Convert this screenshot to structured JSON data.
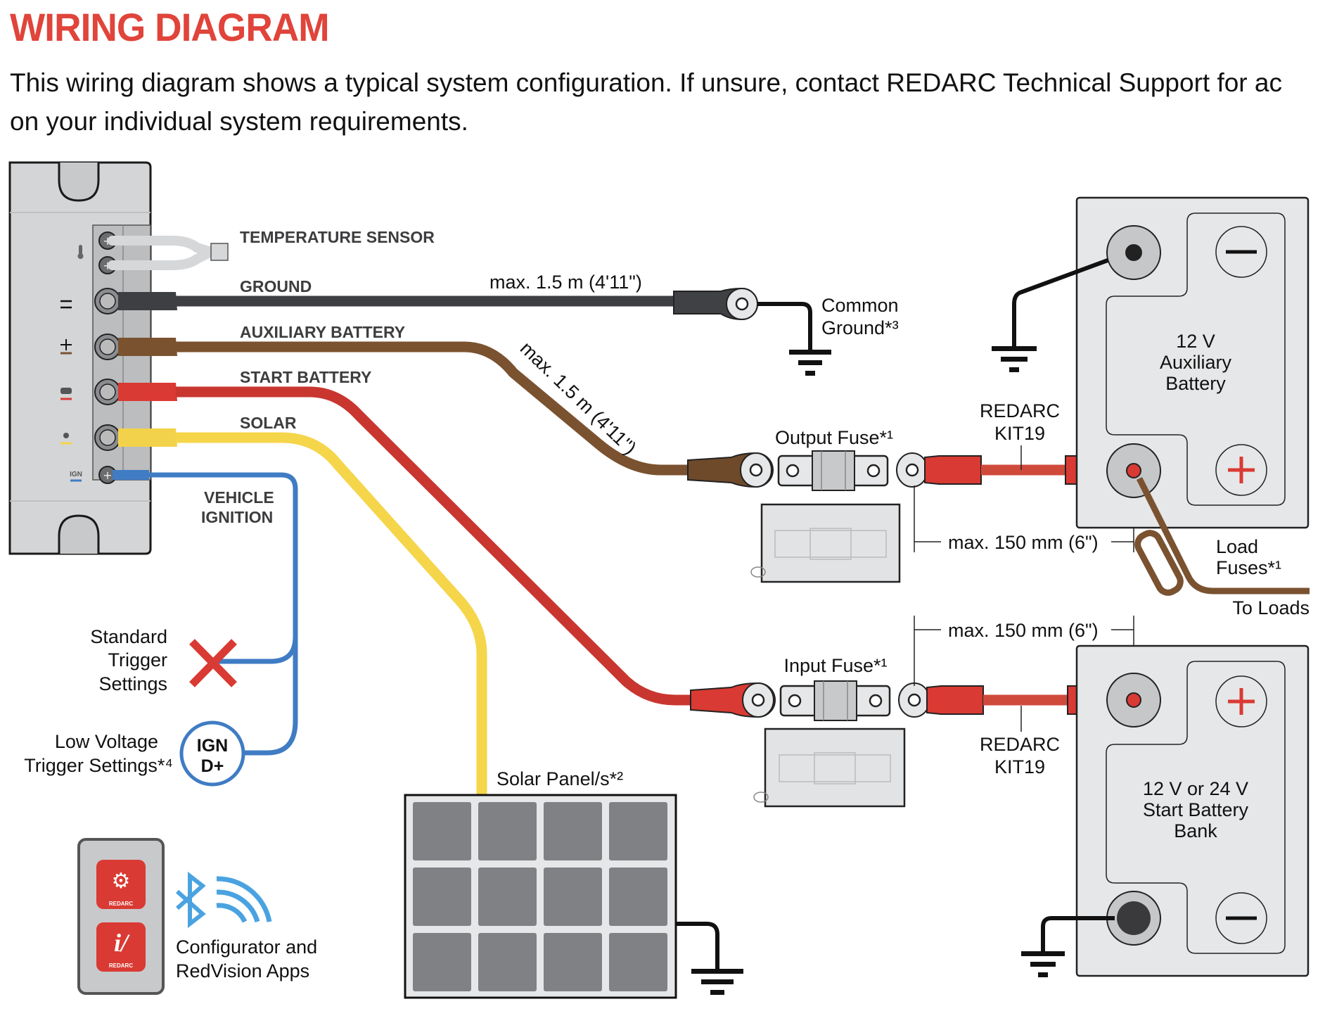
{
  "header": {
    "title": "WIRING DIAGRAM",
    "subtitle_line1": "This wiring diagram shows a typical system configuration. If unsure, contact REDARC Technical Support for ac",
    "subtitle_line2": "on your individual system requirements."
  },
  "colors": {
    "title_red": "#e0443a",
    "wire_temp": "#5a5b5e",
    "wire_ground": "#3e3f42",
    "wire_aux": "#7a5230",
    "wire_start": "#d93a33",
    "wire_solar": "#f5d54a",
    "wire_ign": "#3f7cc4",
    "device_gray": "#d4d5d7",
    "battery_gray": "#e6e7e8",
    "bluetooth_blue": "#4aa3e0"
  },
  "device": {
    "terminals": [
      {
        "icon": "thermometer-icon",
        "wire": "temperature"
      },
      {
        "icon": "minus-icon",
        "wire": "ground"
      },
      {
        "icon": "plus-icon",
        "wire": "auxiliary"
      },
      {
        "icon": "car-icon",
        "wire": "start"
      },
      {
        "icon": "sun-icon",
        "wire": "solar"
      },
      {
        "icon": "ign-label",
        "wire": "ignition",
        "text": "IGN"
      }
    ]
  },
  "wires": {
    "temperature": "TEMPERATURE SENSOR",
    "ground": "GROUND",
    "auxiliary": "AUXILIARY BATTERY",
    "start": "START BATTERY",
    "solar": "SOLAR",
    "ignition_line1": "VEHICLE",
    "ignition_line2": "IGNITION"
  },
  "annotations": {
    "ground_length": "max. 1.5 m (4'11\")",
    "aux_length": "max. 1.5 m (4'11\")",
    "common_ground_line1": "Common",
    "common_ground_line2": "Ground*³",
    "output_fuse": "Output Fuse*¹",
    "input_fuse": "Input Fuse*¹",
    "kit_top_line1": "REDARC",
    "kit_top_line2": "KIT19",
    "kit_bottom_line1": "REDARC",
    "kit_bottom_line2": "KIT19",
    "max150_top": "max. 150 mm (6\")",
    "max150_bottom": "max. 150 mm (6\")",
    "load_fuses_line1": "Load",
    "load_fuses_line2": "Fuses*¹",
    "to_loads": "To Loads",
    "standard_trigger_line1": "Standard",
    "standard_trigger_line2": "Trigger",
    "standard_trigger_line3": "Settings",
    "low_voltage_line1": "Low Voltage",
    "low_voltage_line2": "Trigger Settings*⁴",
    "ign_badge_line1": "IGN",
    "ign_badge_line2": "D+",
    "solar_panel": "Solar Panel/s*²",
    "apps_line1": "Configurator and",
    "apps_line2": "RedVision Apps",
    "app_brand": "REDARC"
  },
  "batteries": {
    "auxiliary": {
      "line1": "12 V",
      "line2": "Auxiliary",
      "line3": "Battery",
      "top_symbol": "−",
      "bottom_symbol": "+"
    },
    "start": {
      "line1": "12 V or 24 V",
      "line2": "Start Battery",
      "line3": "Bank",
      "top_symbol": "+",
      "bottom_symbol": "−"
    }
  }
}
